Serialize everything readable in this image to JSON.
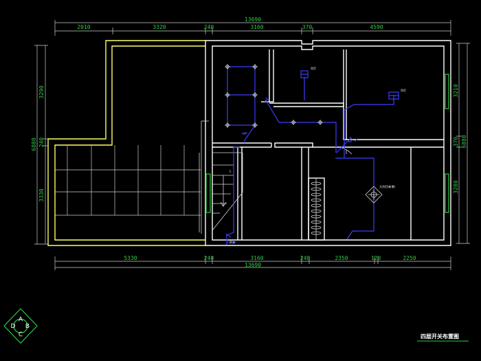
{
  "dimensions": {
    "top_overall": "13690",
    "top_segments": [
      "2010",
      "3320",
      "240",
      "3160",
      "370",
      "4590"
    ],
    "bottom_overall": "13690",
    "bottom_segments": [
      "5330",
      "240",
      "3160",
      "240",
      "2350",
      "120",
      "2250"
    ],
    "left_overall": "6880",
    "left_segments": [
      "3290",
      "240",
      "3330"
    ],
    "right_overall": "6880",
    "right_segments": [
      "3210",
      "370",
      "3280"
    ]
  },
  "fixture_labels": [
    "吊灯",
    "吊灯",
    "大吊灯(新增)",
    "上",
    "开关"
  ],
  "drawing_title": "四层开关布置图",
  "logo": {
    "letters": [
      "A",
      "B",
      "C",
      "D"
    ]
  },
  "colors": {
    "background": "#000000",
    "walls": "#ffffff",
    "outline": "#ffff66",
    "dimension": "#2ecc40",
    "wiring": "#3c3cff"
  }
}
